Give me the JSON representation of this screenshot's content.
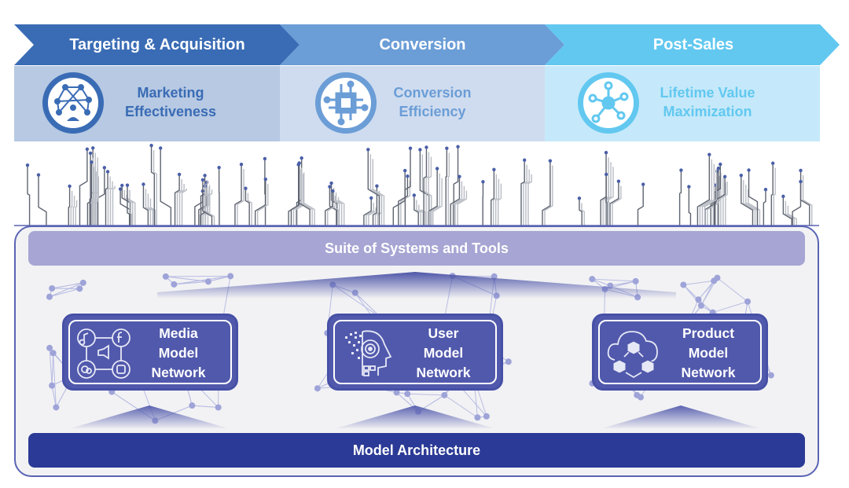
{
  "stages": [
    {
      "label": "Targeting & Acquisition",
      "panel_title_line1": "Marketing",
      "panel_title_line2": "Effectiveness",
      "icon": "network-people-icon",
      "color": "#3a6cb5",
      "panel_color": "#b7c9e3",
      "text_color": "#3a6cb5"
    },
    {
      "label": "Conversion",
      "panel_title_line1": "Conversion",
      "panel_title_line2": "Efficiency",
      "icon": "chip-icon",
      "color": "#6b9dd6",
      "panel_color": "#cfdcef",
      "text_color": "#6b9dd6"
    },
    {
      "label": "Post-Sales",
      "panel_title_line1": "Lifetime Value",
      "panel_title_line2": "Maximization",
      "icon": "hub-nodes-icon",
      "color": "#62c8f0",
      "panel_color": "#c5e9fa",
      "text_color": "#62c8f0"
    }
  ],
  "platform": {
    "suite_label": "Suite of Systems and Tools",
    "architecture_label": "Model Architecture",
    "models": [
      {
        "line1": "Media",
        "line2": "Model",
        "line3": "Network",
        "icon": "social-media-icon"
      },
      {
        "line1": "User",
        "line2": "Model",
        "line3": "Network",
        "icon": "ai-head-icon"
      },
      {
        "line1": "Product",
        "line2": "Model",
        "line3": "Network",
        "icon": "cloud-cubes-icon"
      }
    ]
  }
}
